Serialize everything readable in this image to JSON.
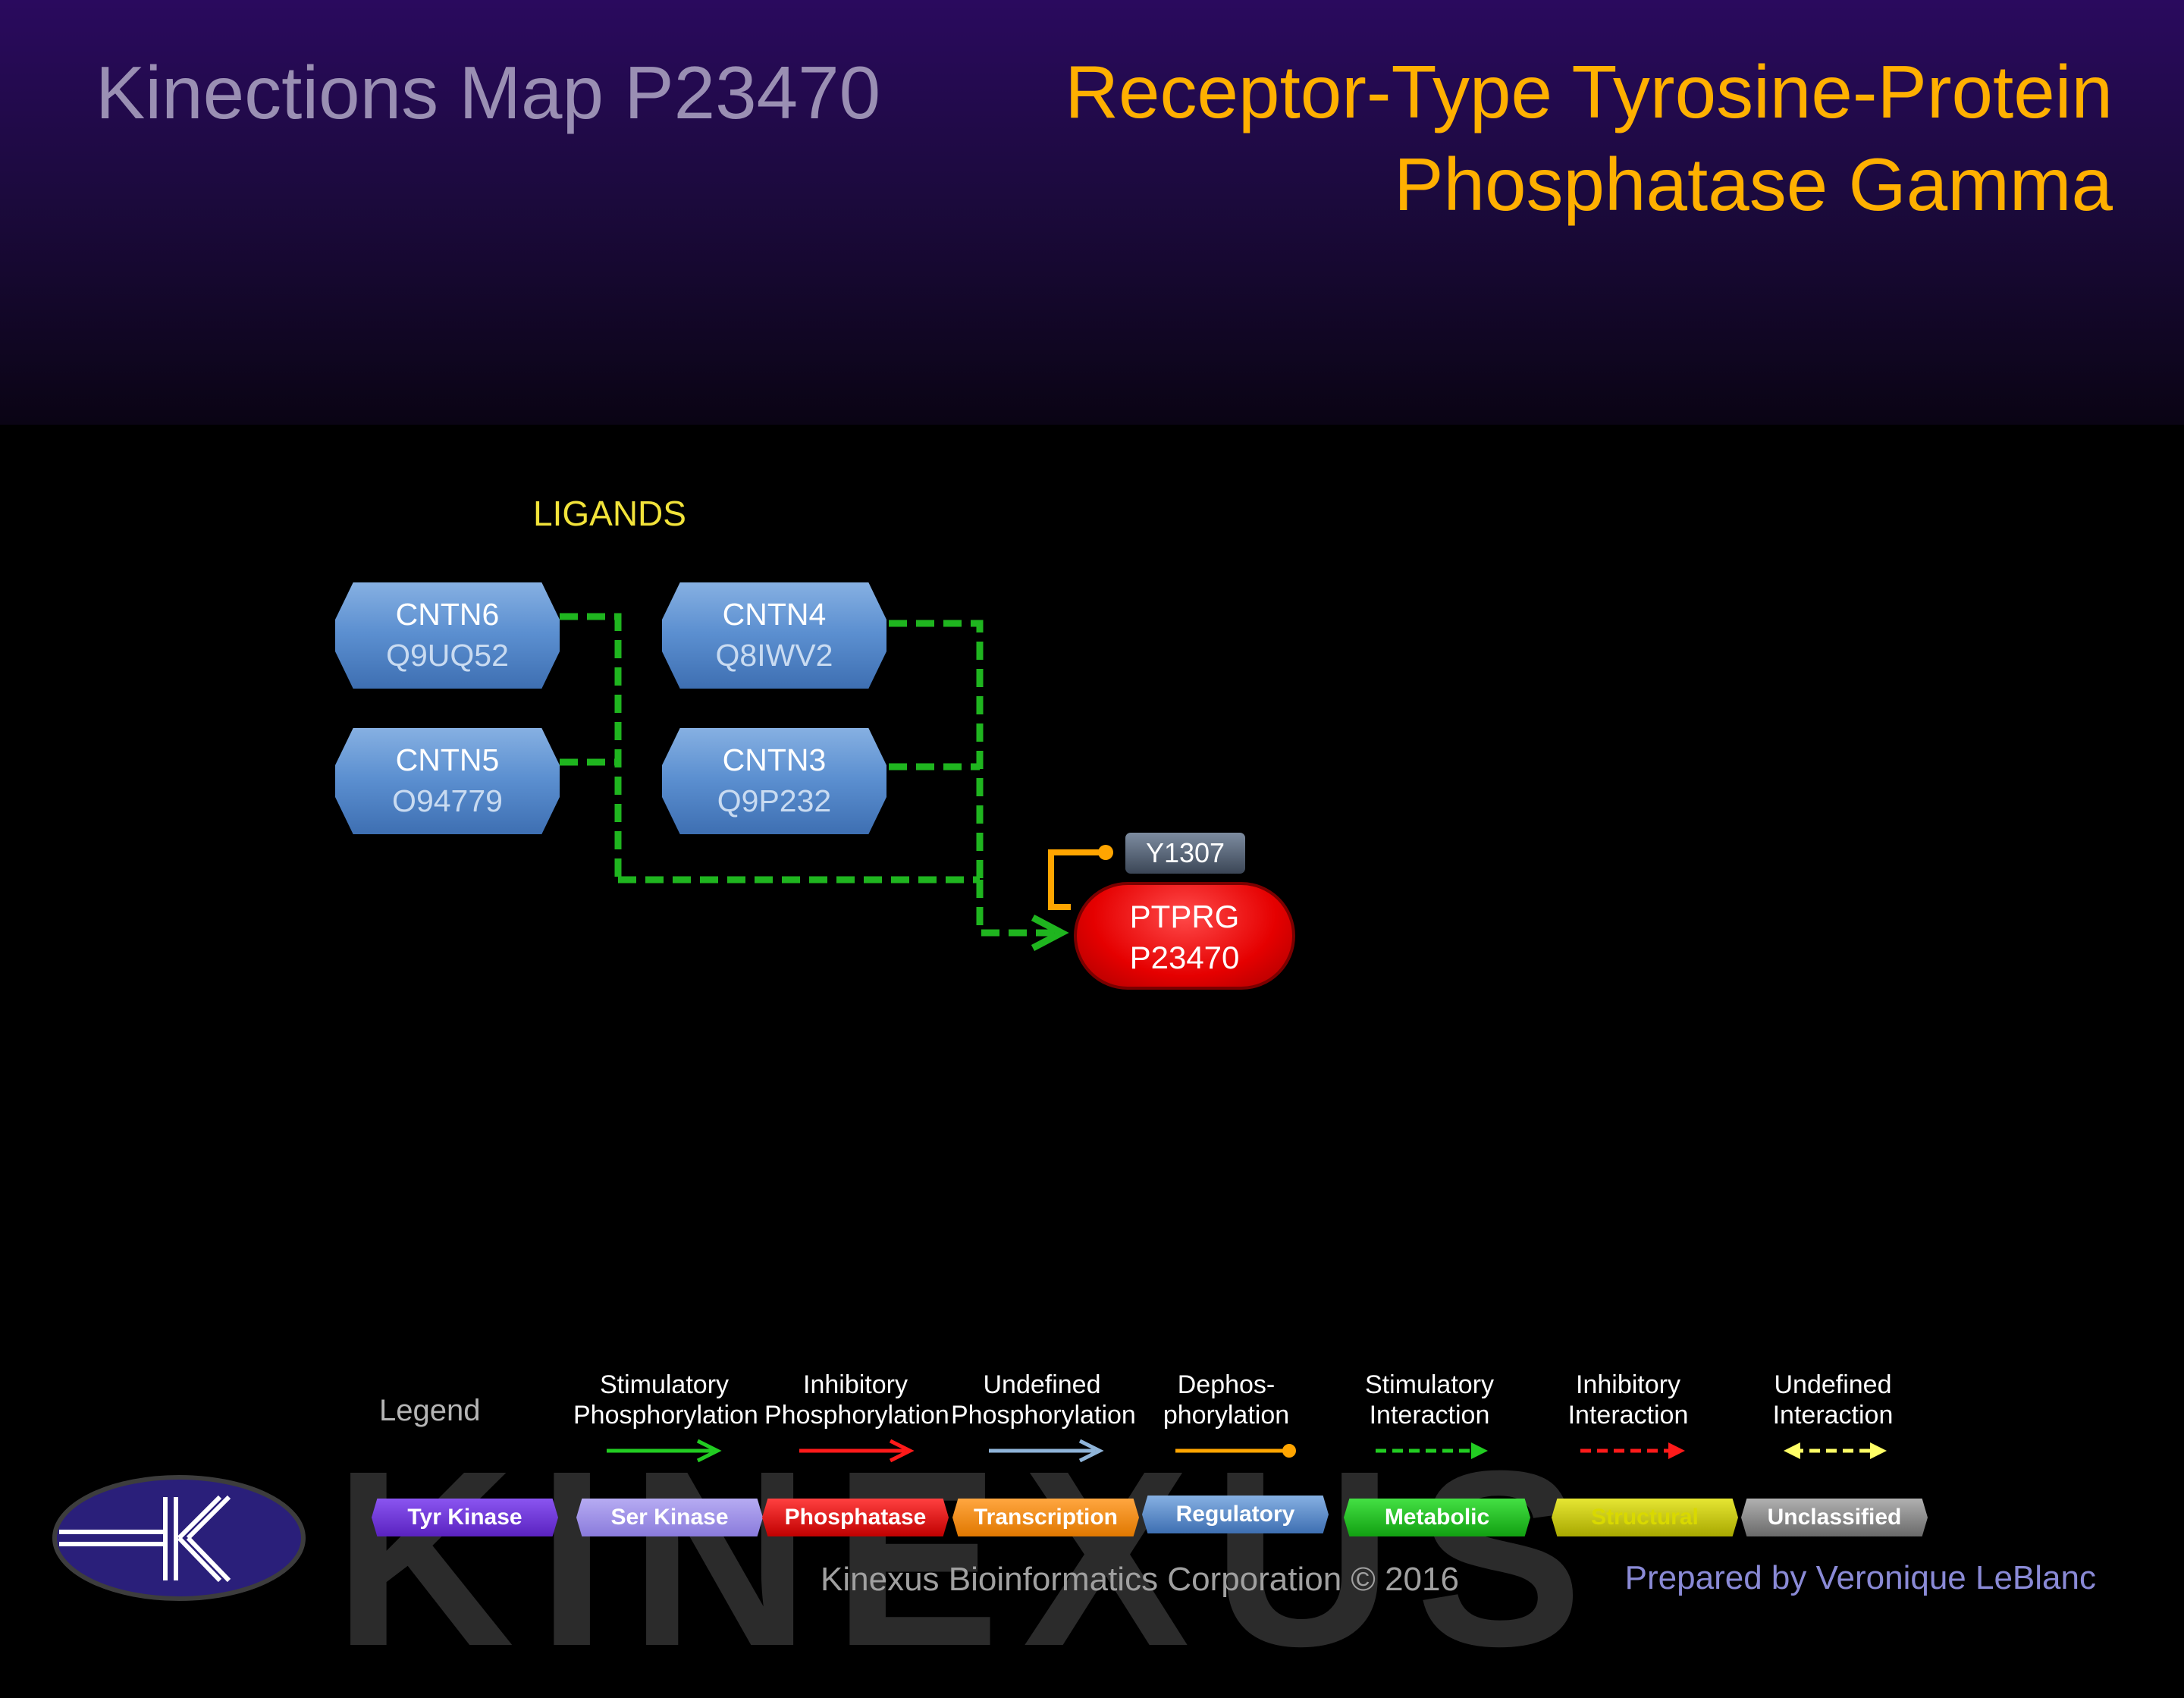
{
  "header": {
    "map_title": "Kinections Map P23470",
    "protein_name_line1": "Receptor-Type Tyrosine-Protein",
    "protein_name_line2": "Phosphatase Gamma"
  },
  "diagram": {
    "section_label": "LIGANDS",
    "nodes": [
      {
        "id": "cntn6",
        "name": "CNTN6",
        "accession": "Q9UQ52",
        "category": "Regulatory"
      },
      {
        "id": "cntn4",
        "name": "CNTN4",
        "accession": "Q8IWV2",
        "category": "Regulatory"
      },
      {
        "id": "cntn5",
        "name": "CNTN5",
        "accession": "O94779",
        "category": "Regulatory"
      },
      {
        "id": "cntn3",
        "name": "CNTN3",
        "accession": "Q9P232",
        "category": "Regulatory"
      }
    ],
    "target": {
      "name": "PTPRG",
      "accession": "P23470",
      "category": "Phosphatase",
      "site": "Y1307"
    },
    "edges": [
      {
        "from": "CNTN6",
        "to": "PTPRG",
        "type": "Stimulatory Interaction"
      },
      {
        "from": "CNTN5",
        "to": "PTPRG",
        "type": "Stimulatory Interaction"
      },
      {
        "from": "CNTN4",
        "to": "PTPRG",
        "type": "Stimulatory Interaction"
      },
      {
        "from": "CNTN3",
        "to": "PTPRG",
        "type": "Stimulatory Interaction"
      },
      {
        "from": "PTPRG",
        "to": "Y1307",
        "type": "Dephosphorylation"
      }
    ]
  },
  "legend": {
    "title": "Legend",
    "arrows": [
      {
        "line1": "Stimulatory",
        "line2": "Phosphorylation",
        "color": "#22cc22",
        "style": "solid",
        "head": "arrow"
      },
      {
        "line1": "Inhibitory",
        "line2": "Phosphorylation",
        "color": "#ff1a1a",
        "style": "solid",
        "head": "arrow"
      },
      {
        "line1": "Undefined",
        "line2": "Phosphorylation",
        "color": "#8fb4d9",
        "style": "solid",
        "head": "arrow"
      },
      {
        "line1": "Dephos-",
        "line2": "phorylation",
        "color": "#ffa500",
        "style": "solid",
        "head": "dot"
      },
      {
        "line1": "Stimulatory",
        "line2": "Interaction",
        "color": "#22cc22",
        "style": "dashed",
        "head": "arrow"
      },
      {
        "line1": "Inhibitory",
        "line2": "Interaction",
        "color": "#ff1a1a",
        "style": "dashed",
        "head": "arrow"
      },
      {
        "line1": "Undefined",
        "line2": "Interaction",
        "color": "#ffff66",
        "style": "dashed",
        "head": "both"
      }
    ],
    "categories": [
      {
        "label": "Tyr Kinase",
        "color": "#6a2fd6"
      },
      {
        "label": "Ser Kinase",
        "color": "#9c8fe8"
      },
      {
        "label": "Phosphatase",
        "color": "#e01010"
      },
      {
        "label": "Transcription",
        "color": "#f08a00"
      },
      {
        "label": "Regulatory",
        "color": "#5b8fd0"
      },
      {
        "label": "Metabolic",
        "color": "#1fbf1f"
      },
      {
        "label": "Structural",
        "color": "#c8c800"
      },
      {
        "label": "Unclassified",
        "color": "#8a8a8a"
      }
    ]
  },
  "footer": {
    "watermark": "KINEXUS",
    "copyright": "Kinexus Bioinformatics Corporation © 2016",
    "credit": "Prepared by Veronique LeBlanc"
  }
}
